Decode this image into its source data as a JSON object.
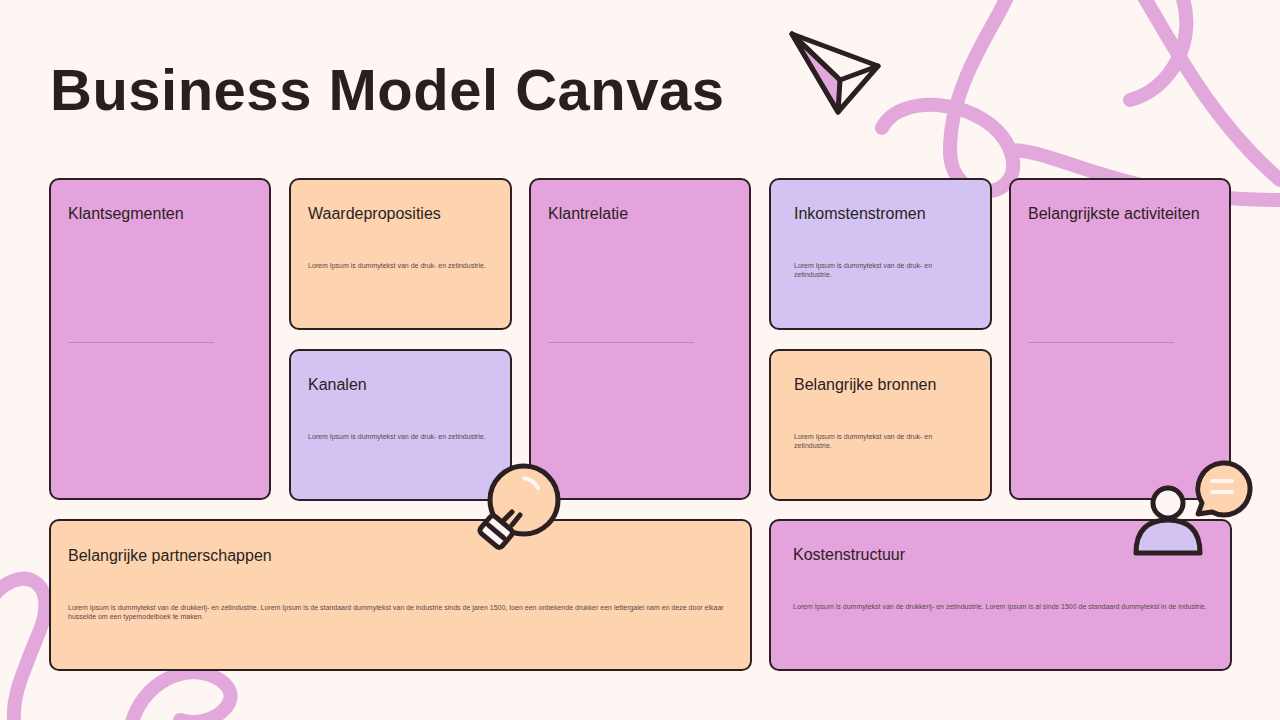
{
  "diagram": {
    "title": "Business Model Canvas",
    "nodes": [
      {
        "text": [
          "Klantsegmenten"
        ]
      },
      {
        "text": [
          "Waardeproposities",
          "Lorem Ipsum is dummytekst van de druk- en zetindustrie."
        ]
      },
      {
        "text": [
          "Klantrelatie"
        ]
      },
      {
        "text": [
          "Inkomstenstromen",
          "Lorem Ipsum is dummytekst van de druk- en zetindustrie."
        ]
      },
      {
        "text": [
          "Belangrijkste activiteiten"
        ]
      },
      {
        "text": [
          "Kanalen",
          "Lorem Ipsum is dummytekst van de druk- en zetindustrie."
        ]
      },
      {
        "text": [
          "Belangrijke bronnen",
          "Lorem Ipsum is dummytekst van de druk- en zetindustrie."
        ]
      },
      {
        "text": [
          "Belangrijke partnerschappen",
          "Lorem Ipsum is dummytekst van de drukkerij- en zetindustrie. Lorem Ipsum is de standaard dummytekst van de industrie sinds de jaren 1500, toen een onbekende drukker een lettergalei nam en deze door elkaar husselde om een typemodelboek te maken."
        ]
      },
      {
        "text": [
          "Kostenstructuur",
          "Lorem Ipsum is dummytekst van de drukkerij- en zetindustrie. Lorem Ipsum is al sinds 1500 de standaard dummytekst in de industrie."
        ]
      }
    ]
  }
}
